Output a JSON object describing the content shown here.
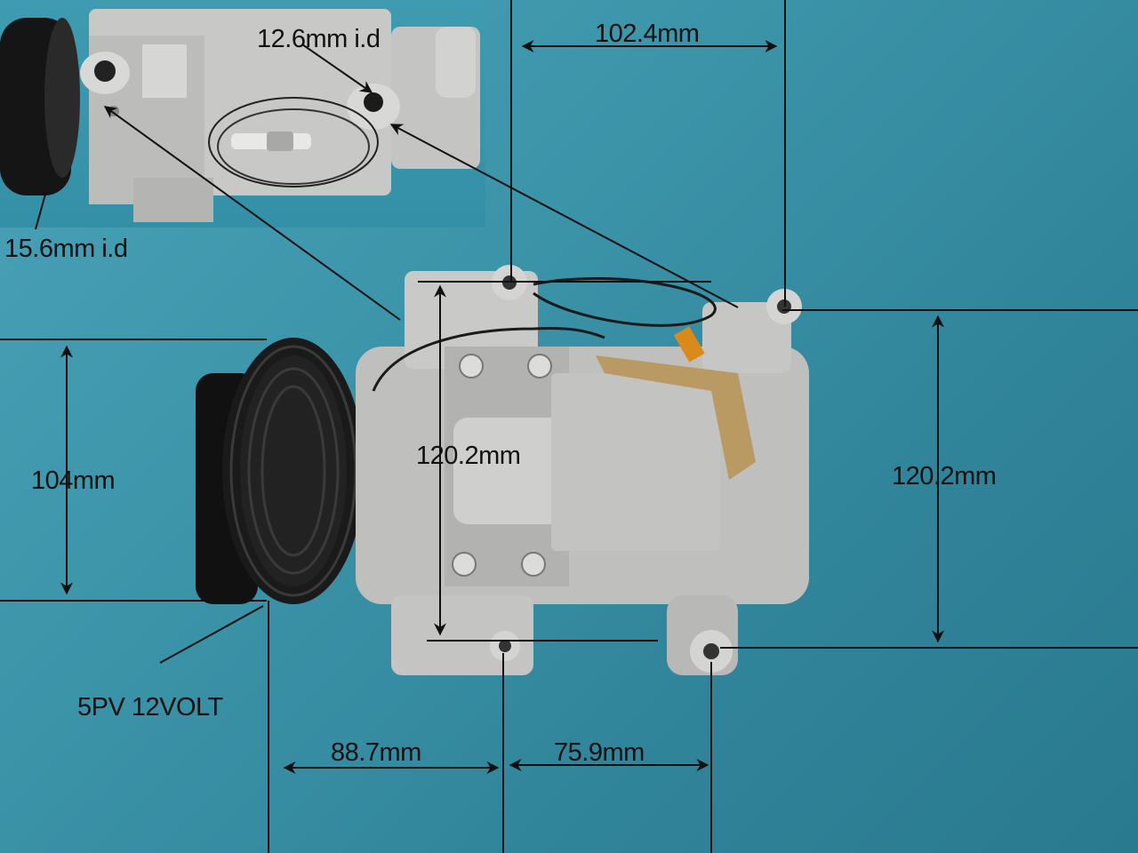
{
  "image": {
    "subject": "Automotive A/C compressor with dimension annotations",
    "background_color": "#3b93a8",
    "line_color": "#111111"
  },
  "inset": {
    "labels": {
      "outlet_port": "12.6mm i.d",
      "inlet_port": "15.6mm i.d"
    }
  },
  "dimensions": {
    "top_width": "102.4mm",
    "left_height": "104mm",
    "center_height": "120.2mm",
    "right_height": "120.2mm",
    "bottom_left_width": "88.7mm",
    "bottom_right_width": "75.9mm"
  },
  "pulley": {
    "label": "5PV 12VOLT"
  }
}
